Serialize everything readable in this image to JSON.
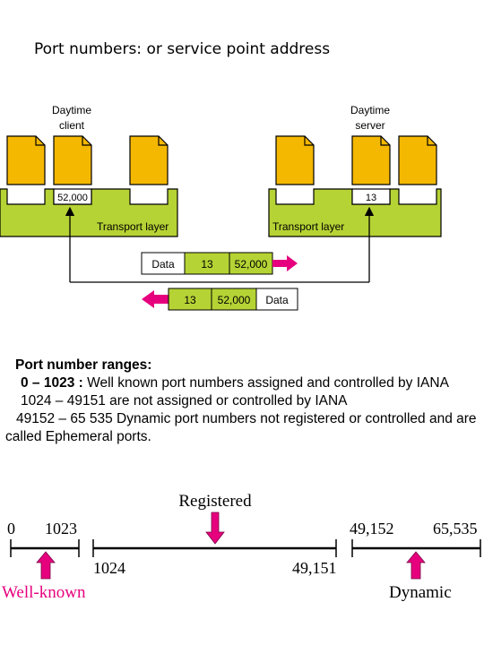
{
  "title": "Port numbers: or service point address",
  "diagram": {
    "client_label_1": "Daytime",
    "client_label_2": "client",
    "server_label_1": "Daytime",
    "server_label_2": "server",
    "client_port": "52,000",
    "server_port": "13",
    "transport_left": "Transport layer",
    "transport_right": "Transport layer",
    "packet_out": [
      "Data",
      "13",
      "52,000"
    ],
    "packet_back": [
      "13",
      "52,000",
      "Data"
    ],
    "colors": {
      "doc": "#f5b800",
      "layer": "#b5d334",
      "arrow": "#e6007e"
    }
  },
  "ranges": {
    "heading": "Port number ranges:",
    "r1_range": "0 – 1023 :",
    "r1_text": " Well known port numbers assigned and controlled by IANA",
    "r2_range": "1024 – 49151",
    "r2_text": " are not assigned or controlled by IANA",
    "r3_range": "49152 – 65 535",
    "r3_text": "  Dynamic port numbers not registered or controlled  and are called Ephemeral ports."
  },
  "scale": {
    "registered": "Registered",
    "well_known": "Well-known",
    "dynamic": "Dynamic",
    "t0": "0",
    "t1023": "1023",
    "t1024": "1024",
    "t49151": "49,151",
    "t49152": "49,152",
    "t65535": "65,535"
  }
}
